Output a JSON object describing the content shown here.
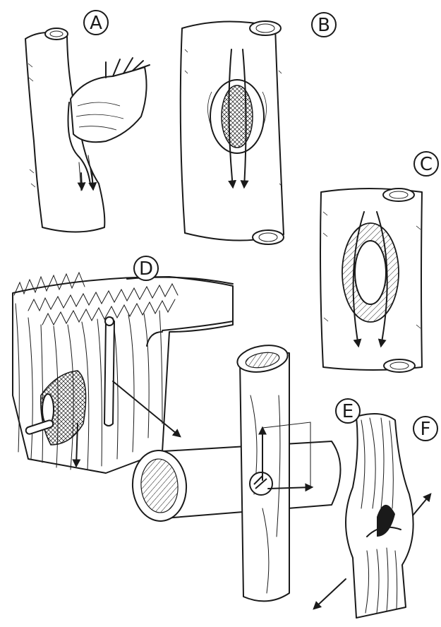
{
  "labels": {
    "a": "A",
    "b": "B",
    "c": "C",
    "d": "D",
    "e": "E",
    "f": "F"
  },
  "colors": {
    "ink": "#1a1a1a",
    "paper": "#ffffff"
  }
}
